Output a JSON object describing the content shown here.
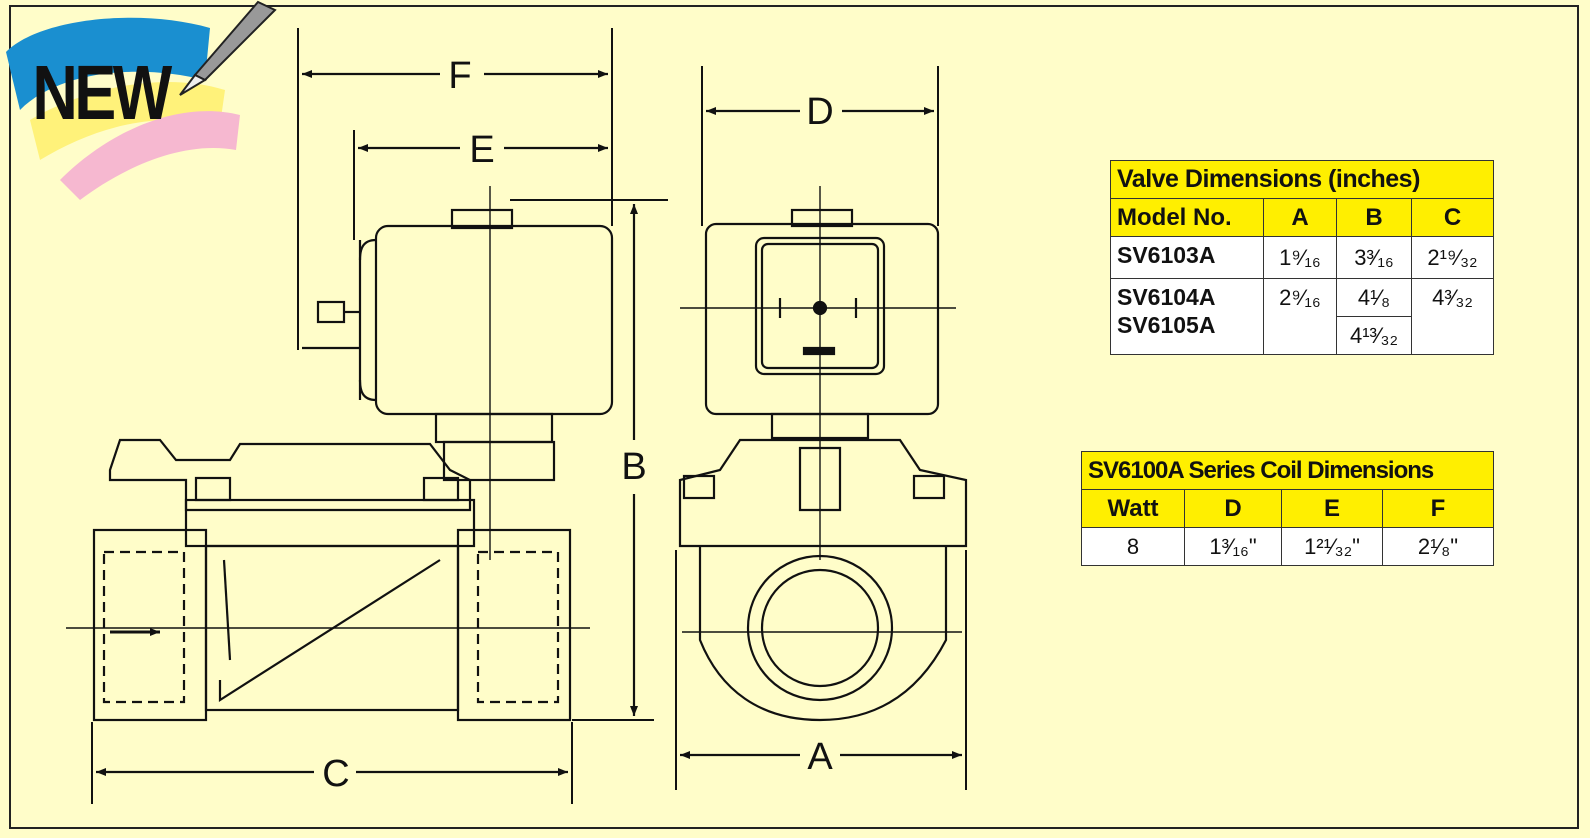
{
  "badge": {
    "text": "NEW"
  },
  "dimension_labels": {
    "a": "A",
    "b": "B",
    "c": "C",
    "d": "D",
    "e": "E",
    "f": "F"
  },
  "valve_table": {
    "title": "Valve Dimensions (inches)",
    "headers": [
      "Model No.",
      "A",
      "B",
      "C"
    ],
    "row1": {
      "model": "SV6103A",
      "a": "1⁹⁄₁₆",
      "b": "3³⁄₁₆",
      "c": "2¹⁹⁄₃₂"
    },
    "row2": {
      "model_1": "SV6104A",
      "model_2": "SV6105A",
      "a": "2⁹⁄₁₆",
      "b_1": "4¹⁄₈",
      "b_2": "4¹³⁄₃₂",
      "c": "4³⁄₃₂"
    }
  },
  "coil_table": {
    "title": "SV6100A Series Coil Dimensions",
    "headers": [
      "Watt",
      "D",
      "E",
      "F"
    ],
    "row": {
      "watt": "8",
      "d": "1³⁄₁₆\"",
      "e": "1²¹⁄₃₂\"",
      "f": "2¹⁄₈\""
    }
  },
  "colors": {
    "background": "#FFFDC9",
    "table_header": "#FFEF00",
    "line": "#111111"
  }
}
